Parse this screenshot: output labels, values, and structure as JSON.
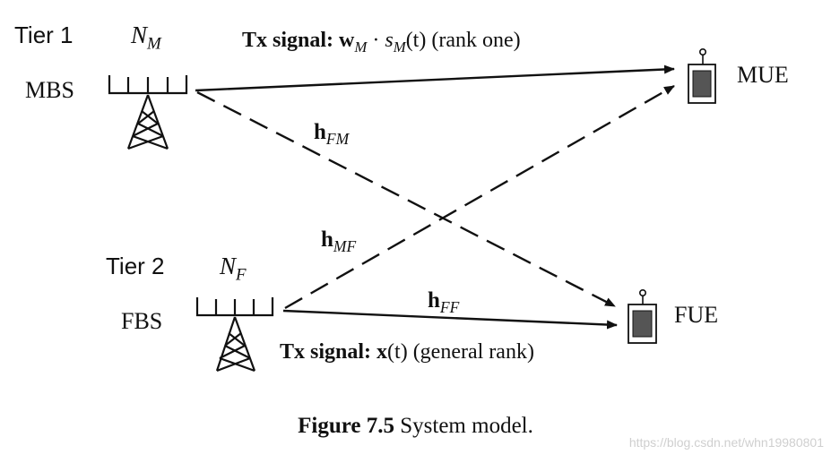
{
  "tier1": {
    "tier_label": "Tier 1",
    "antenna_label_main": "N",
    "antenna_label_sub": "M",
    "station_label": "MBS"
  },
  "tier2": {
    "tier_label": "Tier 2",
    "antenna_label_main": "N",
    "antenna_label_sub": "F",
    "station_label": "FBS"
  },
  "users": {
    "mue_label": "MUE",
    "fue_label": "FUE"
  },
  "tx_top": {
    "prefix": "Tx signal:",
    "w": "w",
    "w_sub": "M",
    "dot": "·",
    "s": "s",
    "s_sub": "M",
    "arg": "(t)",
    "suffix": "(rank one)"
  },
  "tx_bottom": {
    "prefix": "Tx signal:",
    "x": "x",
    "arg": "(t)",
    "suffix": "(general rank)"
  },
  "channels": {
    "h_fm": {
      "h": "h",
      "sub": "FM"
    },
    "h_mf": {
      "h": "h",
      "sub": "MF"
    },
    "h_ff": {
      "h": "h",
      "sub": "FF"
    }
  },
  "caption": {
    "bold": "Figure 7.5",
    "text": "System model."
  },
  "watermark": "https://blog.csdn.net/whn19980801"
}
